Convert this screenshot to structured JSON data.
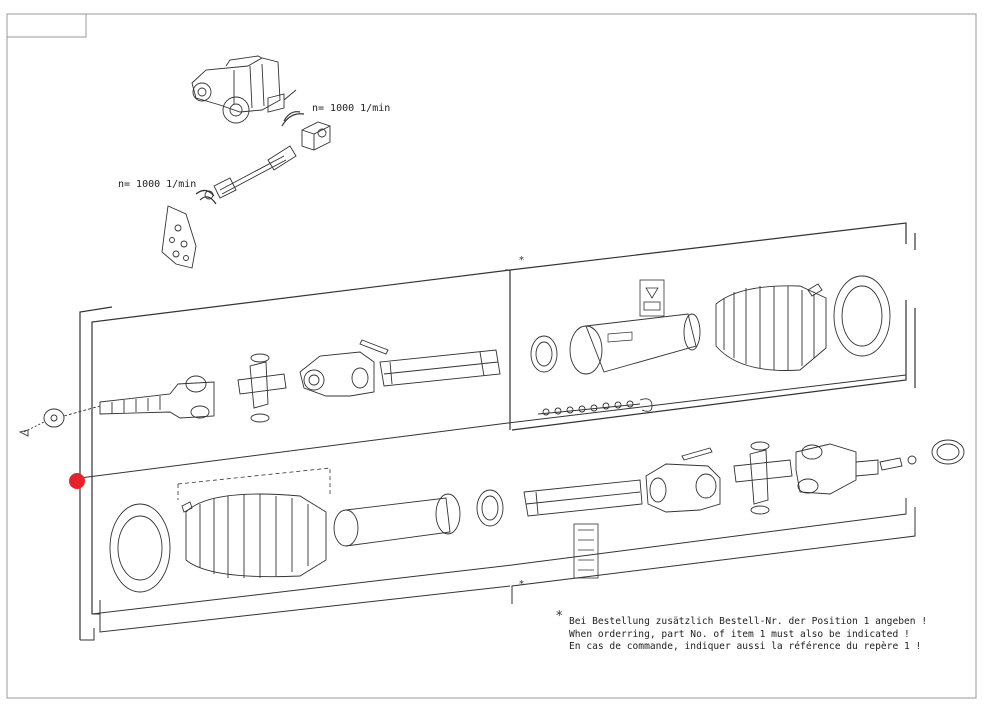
{
  "labels": {
    "speed_top": "n= 1000 1/min",
    "speed_left": "n= 1000 1/min",
    "star_top": "*",
    "star_bottom": "*"
  },
  "note": {
    "star": "*",
    "line_de": "Bei Bestellung zusätzlich Bestell-Nr. der Position 1 angeben !",
    "line_en": "When orderring, part No. of item 1 must also be indicated !",
    "line_fr": "En cas de commande, indiquer aussi la référence du repère 1 !"
  },
  "colors": {
    "line": "#333333",
    "frame": "#9a9a9a",
    "marker": "#e8212b"
  },
  "icons": [
    "tractor-icon",
    "pto-shaft-icon",
    "gearbox-icon",
    "mounting-plate-icon",
    "warning-label-icon"
  ]
}
